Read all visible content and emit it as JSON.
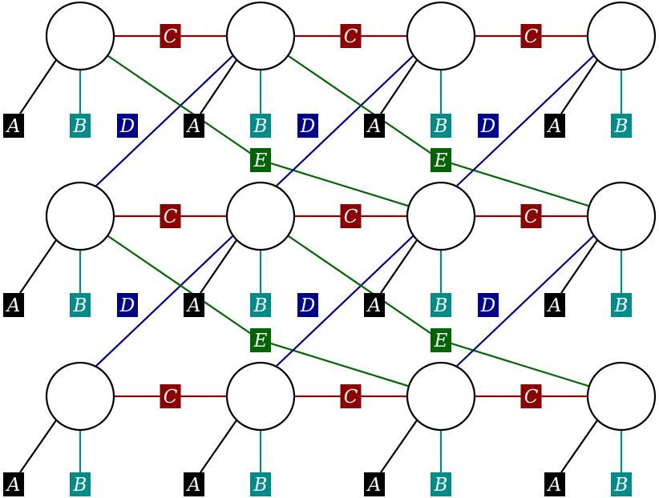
{
  "diagram": {
    "labels": {
      "A": "A",
      "B": "B",
      "C": "C",
      "D": "D",
      "E": "E"
    },
    "colors": {
      "node_fill": "#ffffff",
      "node_stroke": "#000000",
      "A": "#000000",
      "B": "#008b8b",
      "C": "#8b0000",
      "D": "#00008b",
      "E": "#006400",
      "label_text": "#ffffff"
    },
    "grid": {
      "rows": 3,
      "cols": 4
    }
  }
}
